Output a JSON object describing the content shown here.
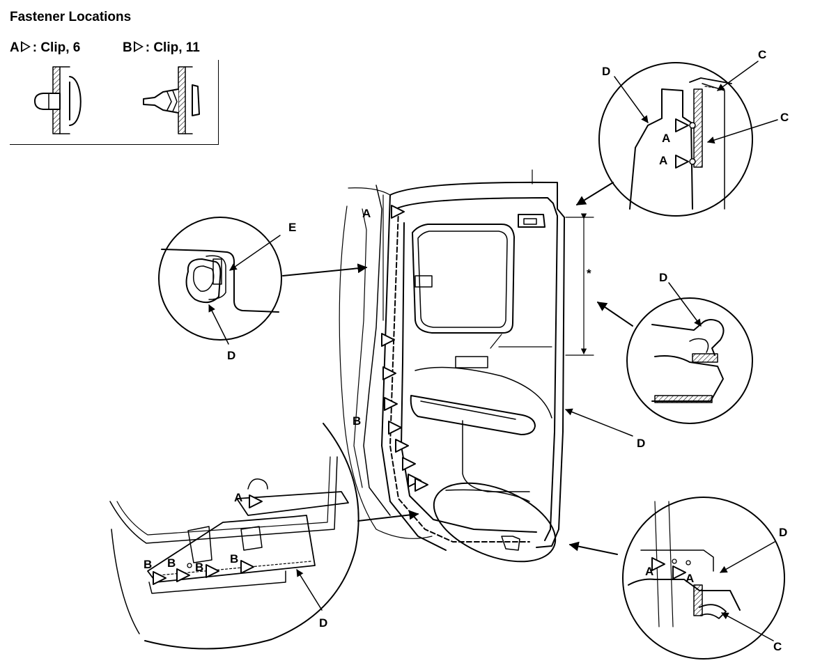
{
  "title": "Fastener Locations",
  "legend": [
    {
      "marker": "A",
      "text": ": Clip, 6"
    },
    {
      "marker": "B",
      "text": ": Clip, 11"
    }
  ],
  "callouts": {
    "a": "A",
    "b": "B",
    "c": "C",
    "d": "D",
    "e": "E",
    "star": "*"
  },
  "colors": {
    "ink": "#000000",
    "paper": "#ffffff"
  }
}
